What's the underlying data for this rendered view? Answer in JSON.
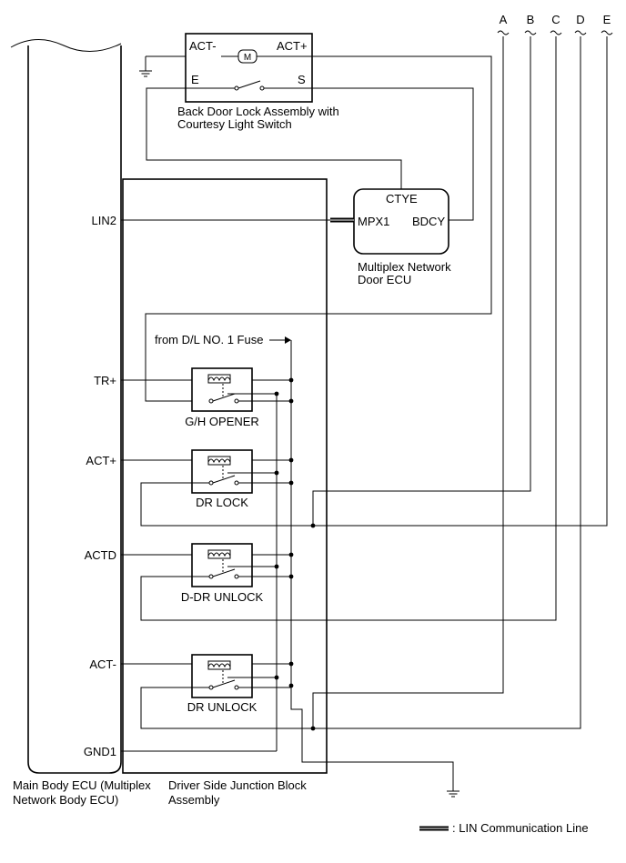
{
  "components": {
    "main_ecu": {
      "label_line1": "Main Body ECU (Multiplex",
      "label_line2": "Network Body ECU)"
    },
    "junction_block": {
      "label_line1": "Driver Side Junction Block",
      "label_line2": "Assembly"
    },
    "back_door": {
      "label_line1": "Back Door Lock Assembly with",
      "label_line2": "Courtesy Light Switch",
      "pins": {
        "act_minus": "ACT-",
        "act_plus": "ACT+",
        "e": "E",
        "s": "S",
        "motor": "M"
      }
    },
    "door_ecu": {
      "label_line1": "Multiplex Network",
      "label_line2": "Door ECU",
      "pins": {
        "ctye": "CTYE",
        "mpx1": "MPX1",
        "bdcy": "BDCY"
      }
    }
  },
  "ecu_pins": {
    "lin2": "LIN2",
    "tr_plus": "TR+",
    "act_plus": "ACT+",
    "actd": "ACTD",
    "act_minus": "ACT-",
    "gnd1": "GND1"
  },
  "relays": {
    "gh_opener": "G/H OPENER",
    "dr_lock": "DR LOCK",
    "d_dr_unlock": "D-DR UNLOCK",
    "dr_unlock": "DR UNLOCK"
  },
  "fuse_label": "from D/L NO. 1 Fuse",
  "connectors": {
    "a": "A",
    "b": "B",
    "c": "C",
    "d": "D",
    "e": "E"
  },
  "legend": {
    "lin_line": ": LIN Communication Line"
  }
}
